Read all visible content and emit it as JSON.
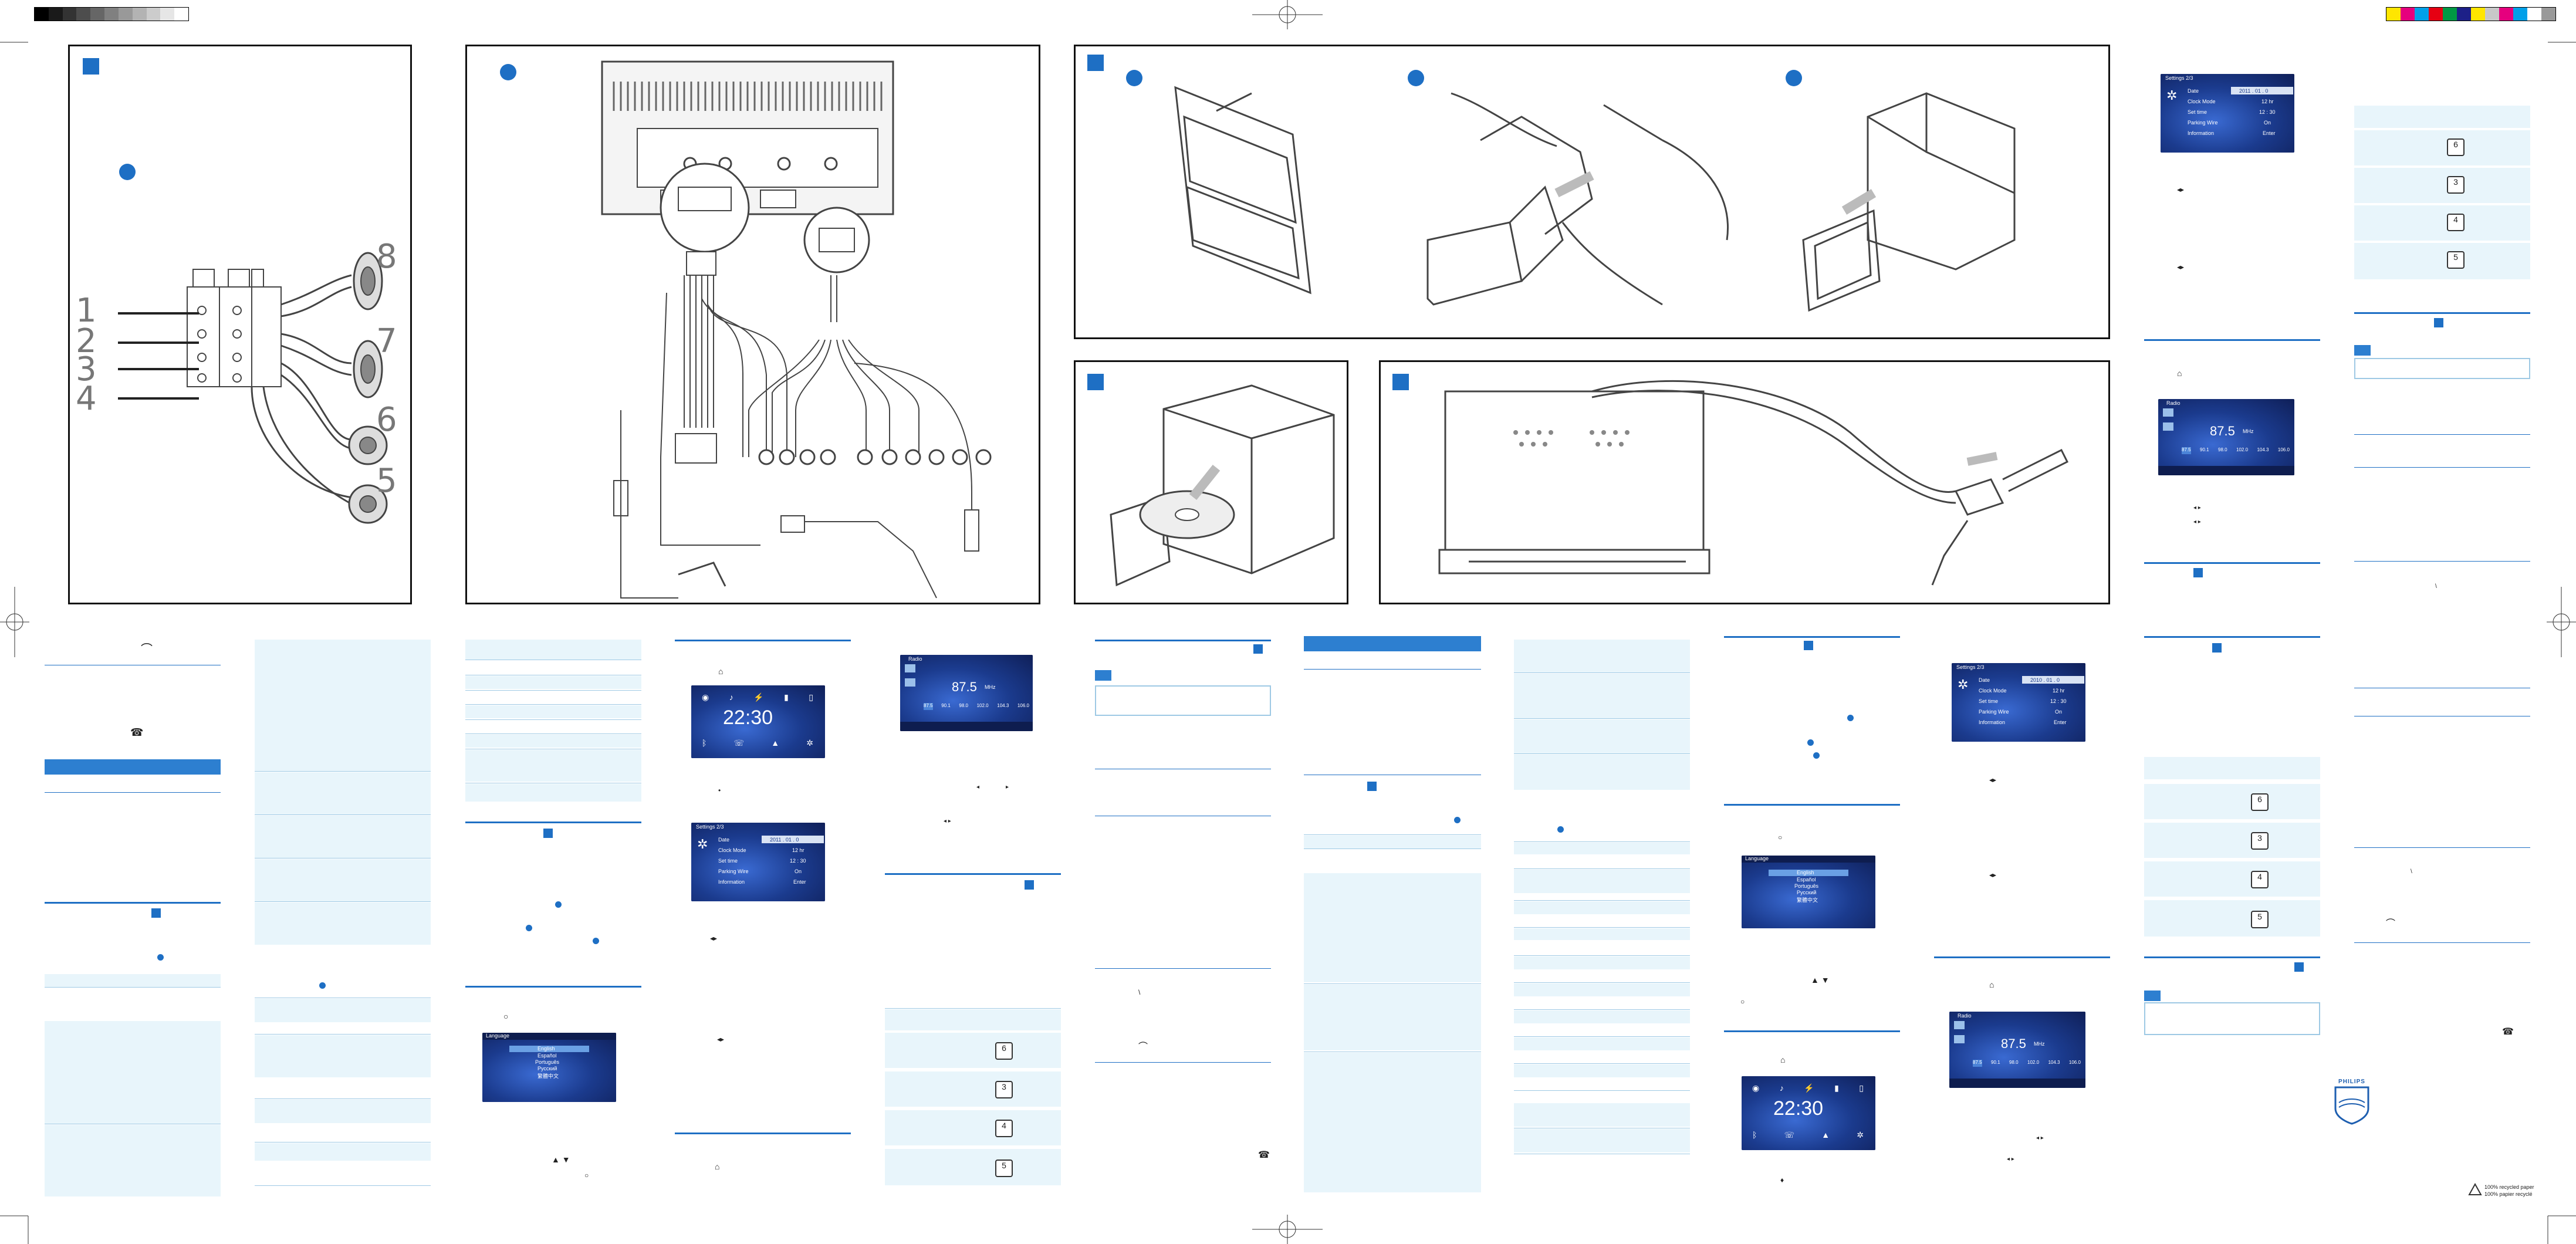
{
  "diagram_numbers": {
    "wires": [
      "1",
      "2",
      "3",
      "4"
    ],
    "speakers": [
      "8",
      "7",
      "6",
      "5"
    ]
  },
  "screens": {
    "clock_time": "22:30",
    "settings": {
      "title": "Settings  2/3",
      "rows": [
        {
          "label": "Date",
          "value": "2011 . 01 . 0"
        },
        {
          "label": "Clock Mode",
          "value": "12 hr"
        },
        {
          "label": "Set time",
          "value": "12 : 30"
        },
        {
          "label": "Parking Wire",
          "value": "On"
        },
        {
          "label": "Information",
          "value": "Enter"
        }
      ]
    },
    "settings_alt_date": "2010 . 01 . 0",
    "radio": {
      "title": "Radio",
      "frequency": "87.5",
      "unit": "MHz",
      "presets": [
        "87.5",
        "90.1",
        "98.0",
        "102.0",
        "104.3",
        "106.0"
      ]
    },
    "language": {
      "title": "Language",
      "options": [
        "English",
        "Español",
        "Português",
        "Pусский",
        "繁體中文"
      ]
    }
  },
  "button_icons": [
    "6",
    "3",
    "4",
    "5"
  ],
  "brand": "PHILIPS",
  "recycle_note": [
    "100% recycled paper",
    "100% papier recyclé"
  ],
  "colors": {
    "accent": "#1e6fc4",
    "light_fill": "#e8f5fb",
    "screen_blue": "#1a3a8a"
  }
}
